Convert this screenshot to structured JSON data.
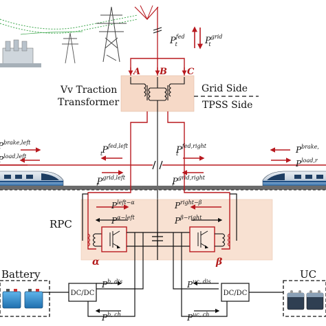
{
  "colors": {
    "line_red": "#b8191f",
    "transformer_fill": "#f6d9c7",
    "rpc_fill": "#f8e1d2",
    "black": "#111111",
    "train_blue": "#2d6fb0",
    "battery_blue": "#3a8fd1"
  },
  "transformer": {
    "phase_a": "A",
    "phase_b": "B",
    "phase_c": "C",
    "name_line1": "Vv Traction",
    "name_line2": "Transformer"
  },
  "sides": {
    "grid_side": "Grid Side",
    "tpss_side": "TPSS Side"
  },
  "grid_flows": {
    "p_fed": "P",
    "p_fed_sup": "fed",
    "p_grid": "P",
    "p_grid_sup": "grid",
    "sub": "t"
  },
  "feeder_flows": {
    "fed_left_sup": "fed,left",
    "fed_right_sup": "fed,right",
    "grid_left_sup": "grid,left",
    "grid_right_sup": "grid,right",
    "brake_left_sup": "brake,left",
    "load_left_sup": "load,left",
    "brake_right_sup": "brake,",
    "load_right_sup": "load,r"
  },
  "rpc": {
    "label": "RPC",
    "left_alpha_sup": "left−α",
    "alpha_left_sup": "α−left",
    "right_beta_sup": "right−β",
    "beta_right_sup": "β−right",
    "alpha": "α",
    "beta": "β"
  },
  "storage": {
    "battery_label": "Battery",
    "uc_label": "UC",
    "dcdc_left": "DC/DC",
    "dcdc_right": "DC/DC",
    "b_dis_sup": "b, dis",
    "b_ch_sup": "b, ch",
    "uc_dis_sup": "uc, dis",
    "uc_ch_sup": "uc, ch"
  }
}
